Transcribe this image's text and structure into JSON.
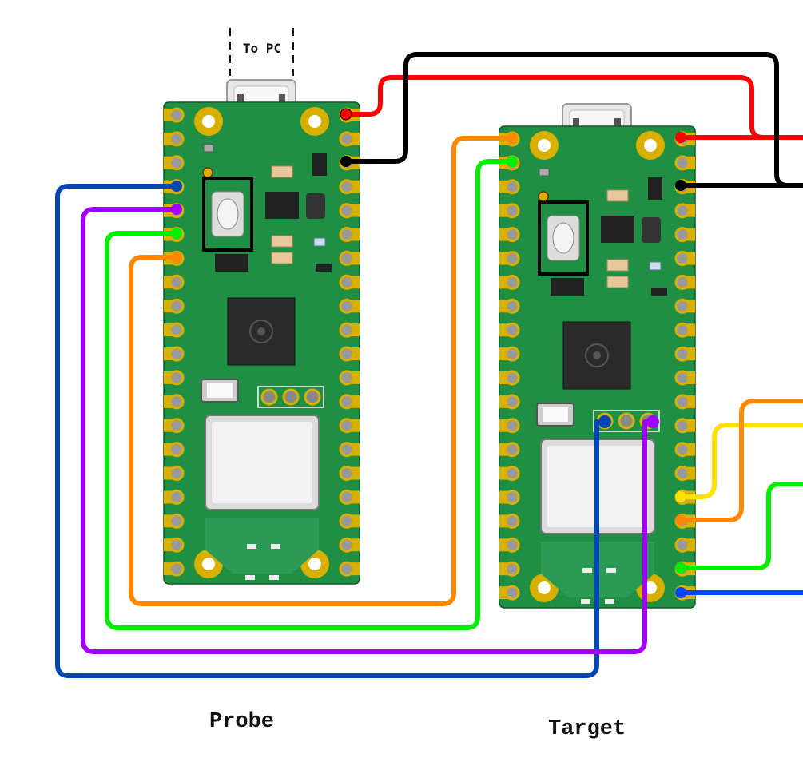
{
  "labels": {
    "to_pc": "To PC",
    "probe": "Probe",
    "target": "Target"
  },
  "boards": [
    {
      "name": "probe",
      "chip_logo": "raspberry-pi-logo"
    },
    {
      "name": "target",
      "chip_logo": "raspberry-pi-logo"
    }
  ],
  "colors": {
    "pcb": "#1f8f44",
    "pcb_dark": "#14733a",
    "pad_gold": "#d9b000",
    "wire_red": "#ff0000",
    "wire_black": "#000000",
    "wire_blue": "#0046b4",
    "wire_purple": "#a000ff",
    "wire_green": "#00ee00",
    "wire_orange": "#ff8800",
    "wire_yellow": "#ffe000",
    "wire_blue2": "#0044ff"
  }
}
